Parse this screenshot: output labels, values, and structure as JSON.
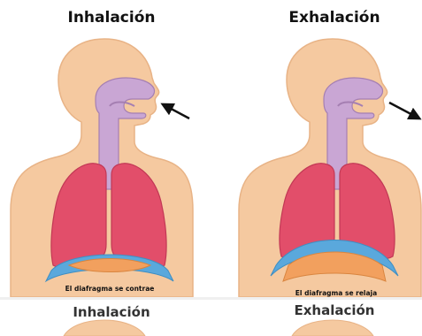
{
  "panels": [
    {
      "title": "Inhalación",
      "caption": "El diafragma se contrae",
      "airflow": "in"
    },
    {
      "title": "Exhalación",
      "caption": "El diafragma se relaja",
      "airflow": "out"
    }
  ],
  "duplicate_strip": {
    "titles": [
      "Inhalación",
      "Exhalación"
    ]
  },
  "colors": {
    "skin": "#f5c9a0",
    "skin_outline": "#e8b386",
    "airway": "#c9a6d4",
    "airway_outline": "#a57fb2",
    "lungs": "#e24e6a",
    "lungs_outline": "#c23855",
    "diaphragm_blue": "#5aa8dc",
    "diaphragm_orange": "#f2a05e",
    "arrow": "#111111"
  }
}
